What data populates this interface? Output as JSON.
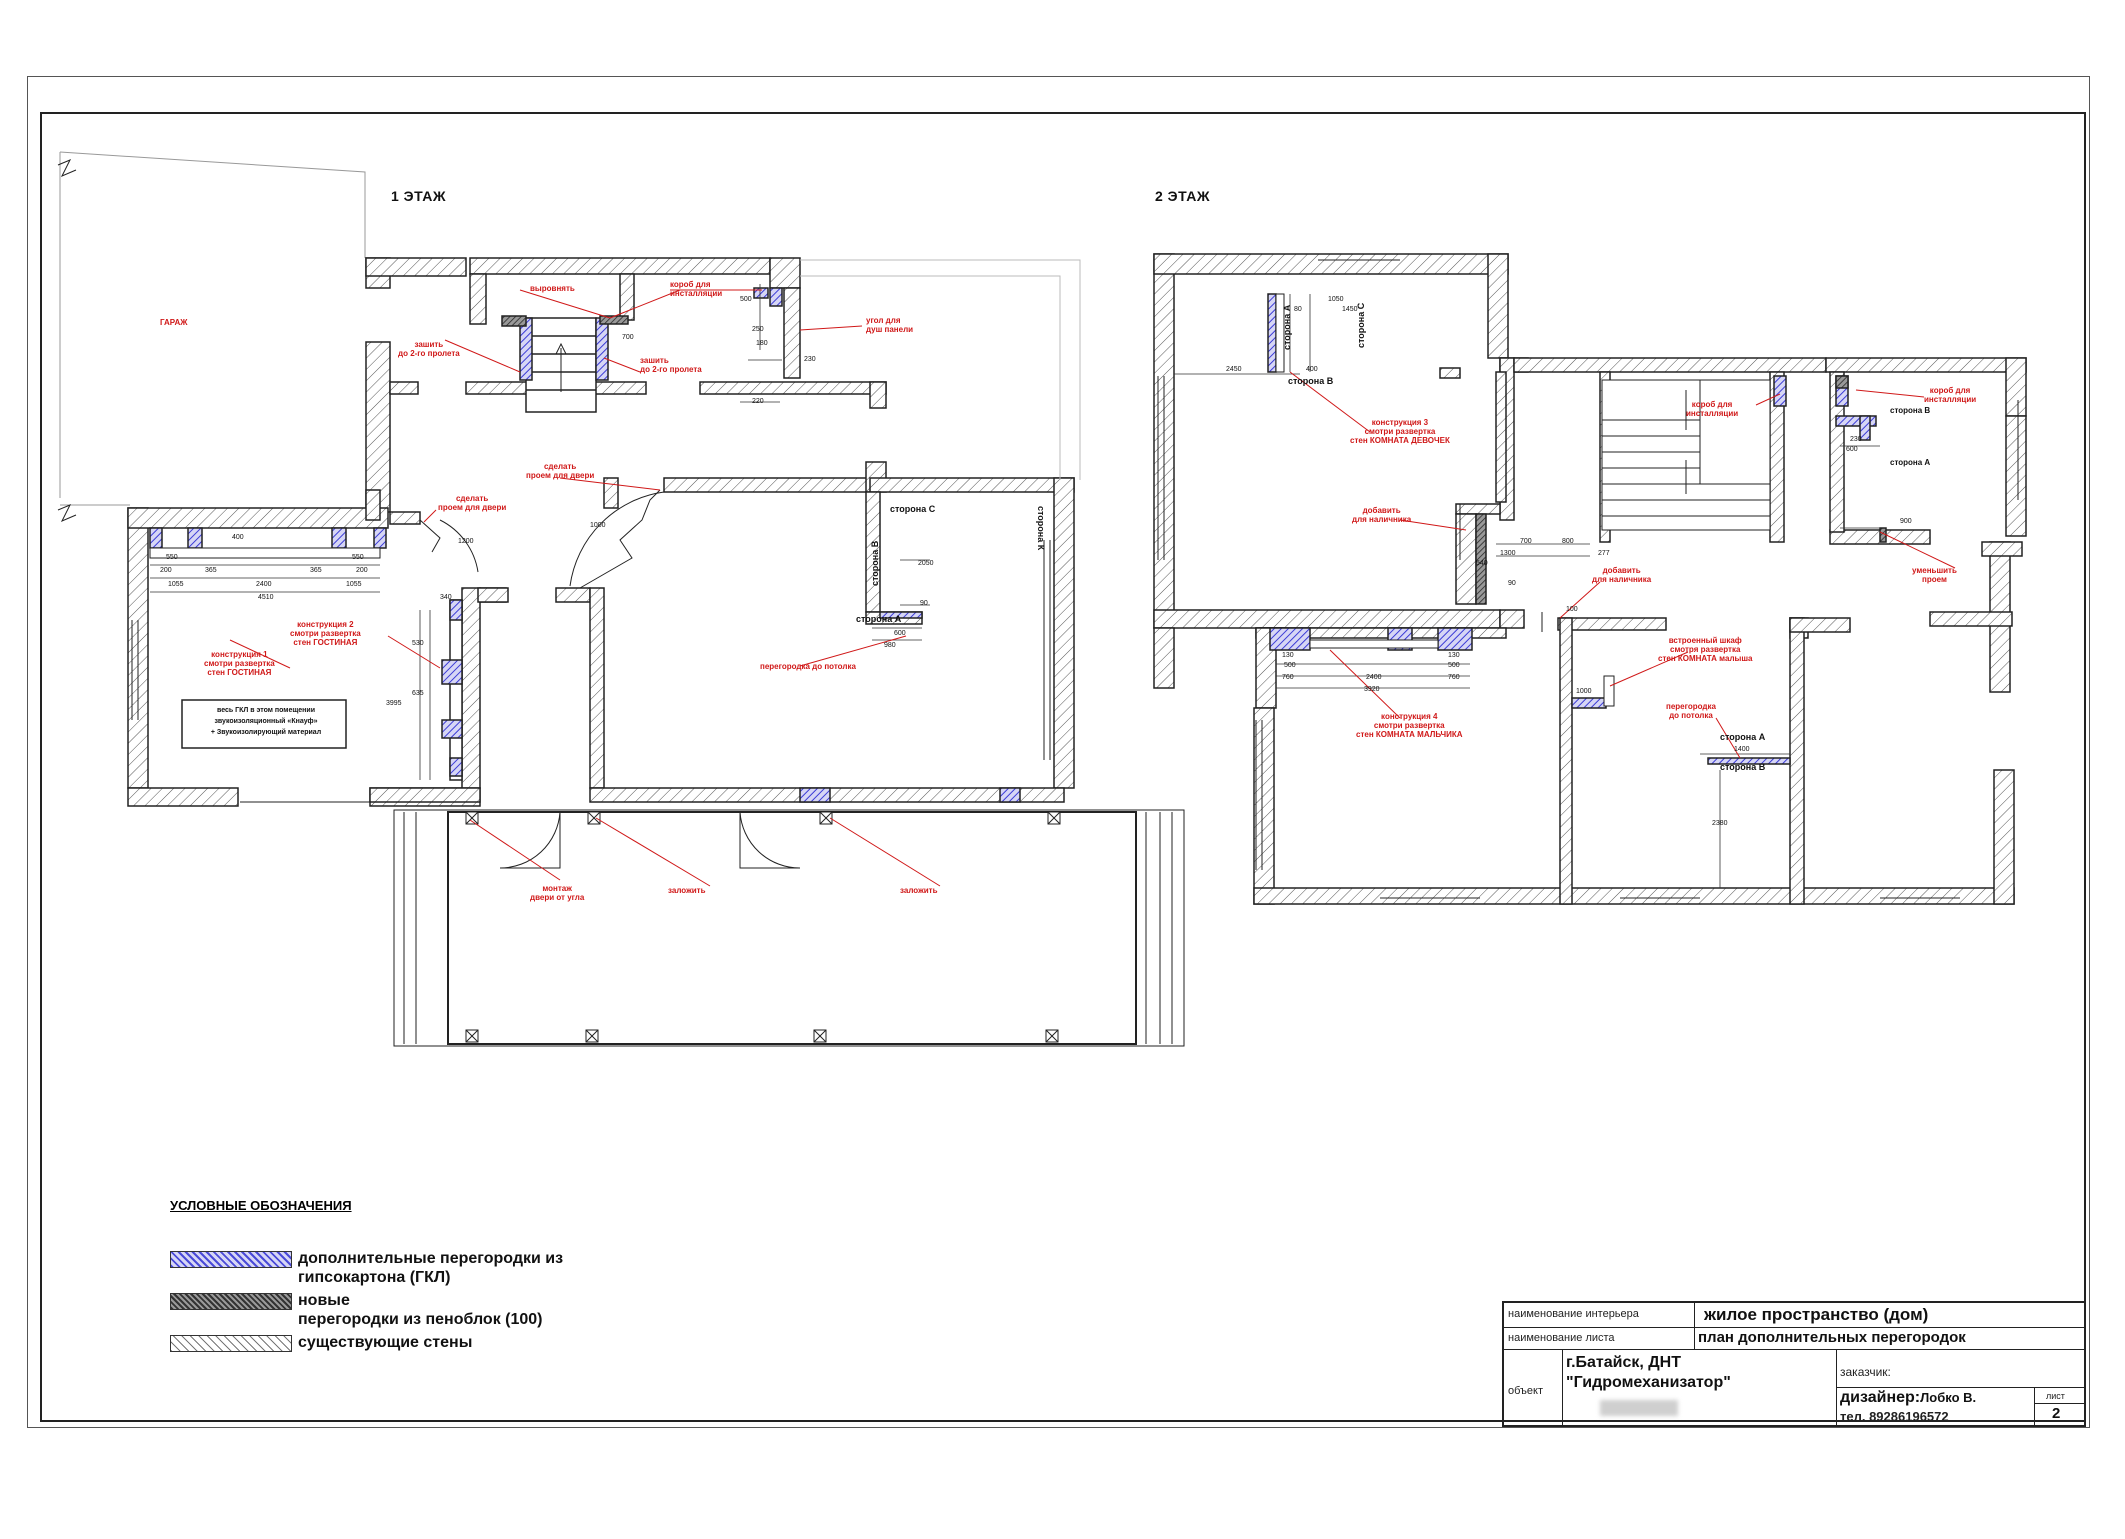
{
  "floors": {
    "first": "1 ЭТАЖ",
    "second": "2 ЭТАЖ"
  },
  "labels_first": {
    "garage": "ГАРАЖ",
    "vyrovnyat": "выровнять",
    "korob1": "короб для",
    "korob2": "инсталляции",
    "ugol1": "угол для",
    "ugol2": "душ панели",
    "zashit1a": "зашить",
    "zashit1b": "до 2-го пролета",
    "zashit2a": "зашить",
    "zashit2b": "до 2-го пролета",
    "sdelat1a": "сделать",
    "sdelat1b": "проем для двери",
    "sdelat2a": "сделать",
    "sdelat2b": "проем для двери",
    "k2a": "конструкция 2",
    "k2b": "смотри развертка",
    "k2c": "стен ГОСТИНАЯ",
    "k1a": "конструкция 1",
    "k1b": "смотри развертка",
    "k1c": "стен ГОСТИНАЯ",
    "peregorodka": "перегородка до потолка",
    "montazh1": "монтаж",
    "montazh2": "двери от угла",
    "zalozhit1": "заложить",
    "zalozhit2": "заложить",
    "storonaC": "сторона С",
    "storonaB": "сторона В",
    "storonaA": "сторона А",
    "storonaK": "сторона К",
    "note1": "весь ГКЛ в этом помещении",
    "note2": "звукоизоляционный «Кнауф»",
    "note3": "+ Звукоизолирующий материал"
  },
  "dims_first": {
    "d700": "700",
    "d550a": "550",
    "d550b": "550",
    "d200a": "200",
    "d200b": "200",
    "d365a": "365",
    "d365b": "365",
    "d2400": "2400",
    "d1055a": "1055",
    "d1055b": "1055",
    "d4510": "4510",
    "d400": "400",
    "d340": "340",
    "d3995": "3995",
    "d600": "600",
    "d980": "980",
    "d2050": "2050",
    "d90": "90",
    "d220": "220",
    "d230": "230",
    "d1000": "1000",
    "d1200": "1200",
    "d500": "500",
    "d635": "635",
    "d530": "530",
    "d250": "250",
    "d180": "180"
  },
  "labels_second": {
    "storonaA1": "сторона А",
    "storonaC1": "сторона С",
    "storonaB1": "сторона В",
    "k3a": "конструкция 3",
    "k3b": "смотри развертка",
    "k3c": "стен КОМНАТА ДЕВОЧЕК",
    "dobavit1a": "добавить",
    "dobavit1b": "для наличника",
    "dobavit2a": "добавить",
    "dobavit2b": "для наличника",
    "korob1": "короб для",
    "korob2": "инсталляции",
    "korob3": "короб для",
    "korob4": "инсталляции",
    "storonaB2": "сторона В",
    "storonaA2": "сторона А",
    "umen1": "уменьшить",
    "umen2": "проем",
    "shkaf1": "встроенный шкаф",
    "shkaf2": "смотря развертка",
    "shkaf3": "стен КОМНАТА малыша",
    "per1": "перегородка",
    "per2": "до потолка",
    "storonaA3": "сторона А",
    "storonaB3": "сторона В",
    "k4a": "конструкция 4",
    "k4b": "смотри развертка",
    "k4c": "стен КОМНАТА МАЛЬЧИКА"
  },
  "dims_second": {
    "d2450": "2450",
    "d400": "400",
    "d80": "80",
    "d1050": "1050",
    "d1450": "1450",
    "d700": "700",
    "d800": "800",
    "d1300": "1300",
    "d277": "277",
    "d100": "100",
    "d2400": "2400",
    "d3920": "3920",
    "d760a": "760",
    "d760b": "760",
    "d500a": "500",
    "d500b": "500",
    "d130a": "130",
    "d130b": "130",
    "d1400": "1400",
    "d2380": "2380",
    "d600": "600",
    "d230": "230",
    "d1000": "1000",
    "d900": "900",
    "d540": "540",
    "d90": "90"
  },
  "legend": {
    "title": "УСЛОВНЫЕ ОБОЗНАЧЕНИЯ",
    "item1a": "дополнительные перегородки из",
    "item1b": "гипсокартона (ГКЛ)",
    "item2a": "новые",
    "item2b": "перегородки из пеноблок (100)",
    "item3": "существующие стены"
  },
  "titleblock": {
    "interior_label": "наименование интерьера",
    "interior_value": "жилое пространство  (дом)",
    "sheet_label": "наименование листа",
    "sheet_value": "план дополнительных перегородок",
    "object_label": "объект",
    "object_value1": "г.Батайск, ДНТ",
    "object_value2": "\"Гидромеханизатор\"",
    "customer_label": "заказчик:",
    "designer_label": "дизайнер:",
    "designer_value": "Лобко В.",
    "phone": "тел. 89286196572",
    "list_label": "лист",
    "list_value": "2"
  },
  "colors": {
    "annotation": "#d01818",
    "gkl": "#3b3bd6",
    "wall": "#222222"
  }
}
